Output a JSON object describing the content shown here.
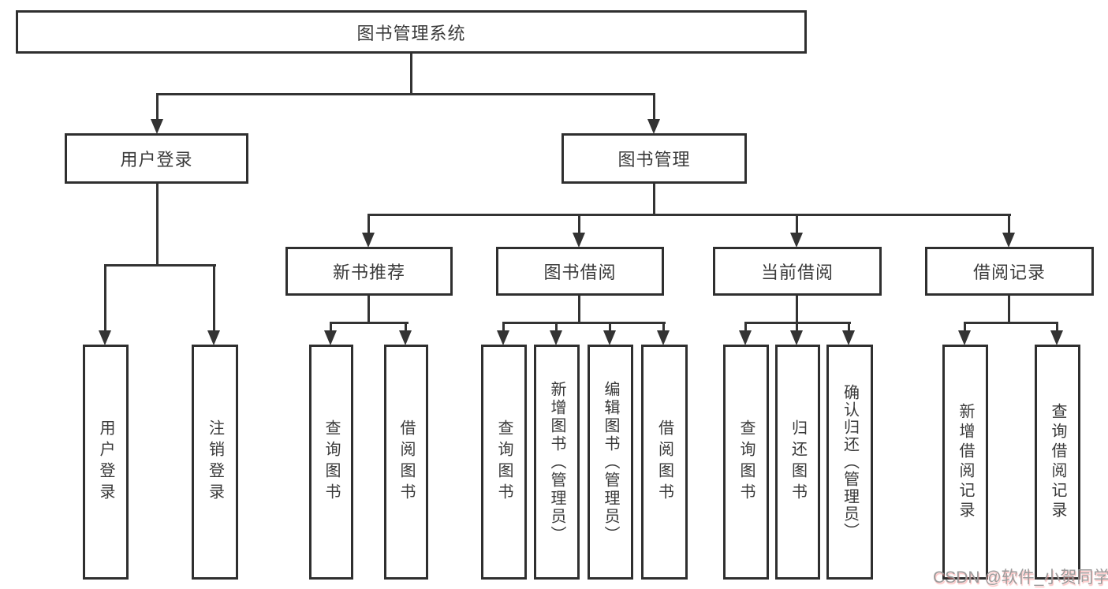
{
  "diagram": {
    "title_node": {
      "label": "图书管理系统"
    },
    "level2": [
      {
        "label": "用户登录"
      },
      {
        "label": "图书管理"
      }
    ],
    "level3": [
      {
        "label": "新书推荐"
      },
      {
        "label": "图书借阅"
      },
      {
        "label": "当前借阅"
      },
      {
        "label": "借阅记录"
      }
    ],
    "leaves": [
      {
        "parent": "用户登录",
        "label": "用户登录"
      },
      {
        "parent": "用户登录",
        "label": "注销登录"
      },
      {
        "parent": "新书推荐",
        "label": "查询图书"
      },
      {
        "parent": "新书推荐",
        "label": "借阅图书"
      },
      {
        "parent": "图书借阅",
        "label": "查询图书"
      },
      {
        "parent": "图书借阅",
        "label": "新增图书（管理员）"
      },
      {
        "parent": "图书借阅",
        "label": "编辑图书（管理员）"
      },
      {
        "parent": "图书借阅",
        "label": "借阅图书"
      },
      {
        "parent": "当前借阅",
        "label": "查询图书"
      },
      {
        "parent": "当前借阅",
        "label": "归还图书"
      },
      {
        "parent": "当前借阅",
        "label": "确认归还（管理员）"
      },
      {
        "parent": "借阅记录",
        "label": "新增借阅记录"
      },
      {
        "parent": "借阅记录",
        "label": "查询借阅记录"
      }
    ],
    "colors": {
      "line": "#333333",
      "box_border": "#2f2f2f",
      "text": "#3a3a3a",
      "background": "#ffffff",
      "watermark_text": "#9b9b9b",
      "watermark_tint": "#fa8c8c"
    }
  },
  "watermark": {
    "text": "CSDN @软件_小贺同学"
  }
}
